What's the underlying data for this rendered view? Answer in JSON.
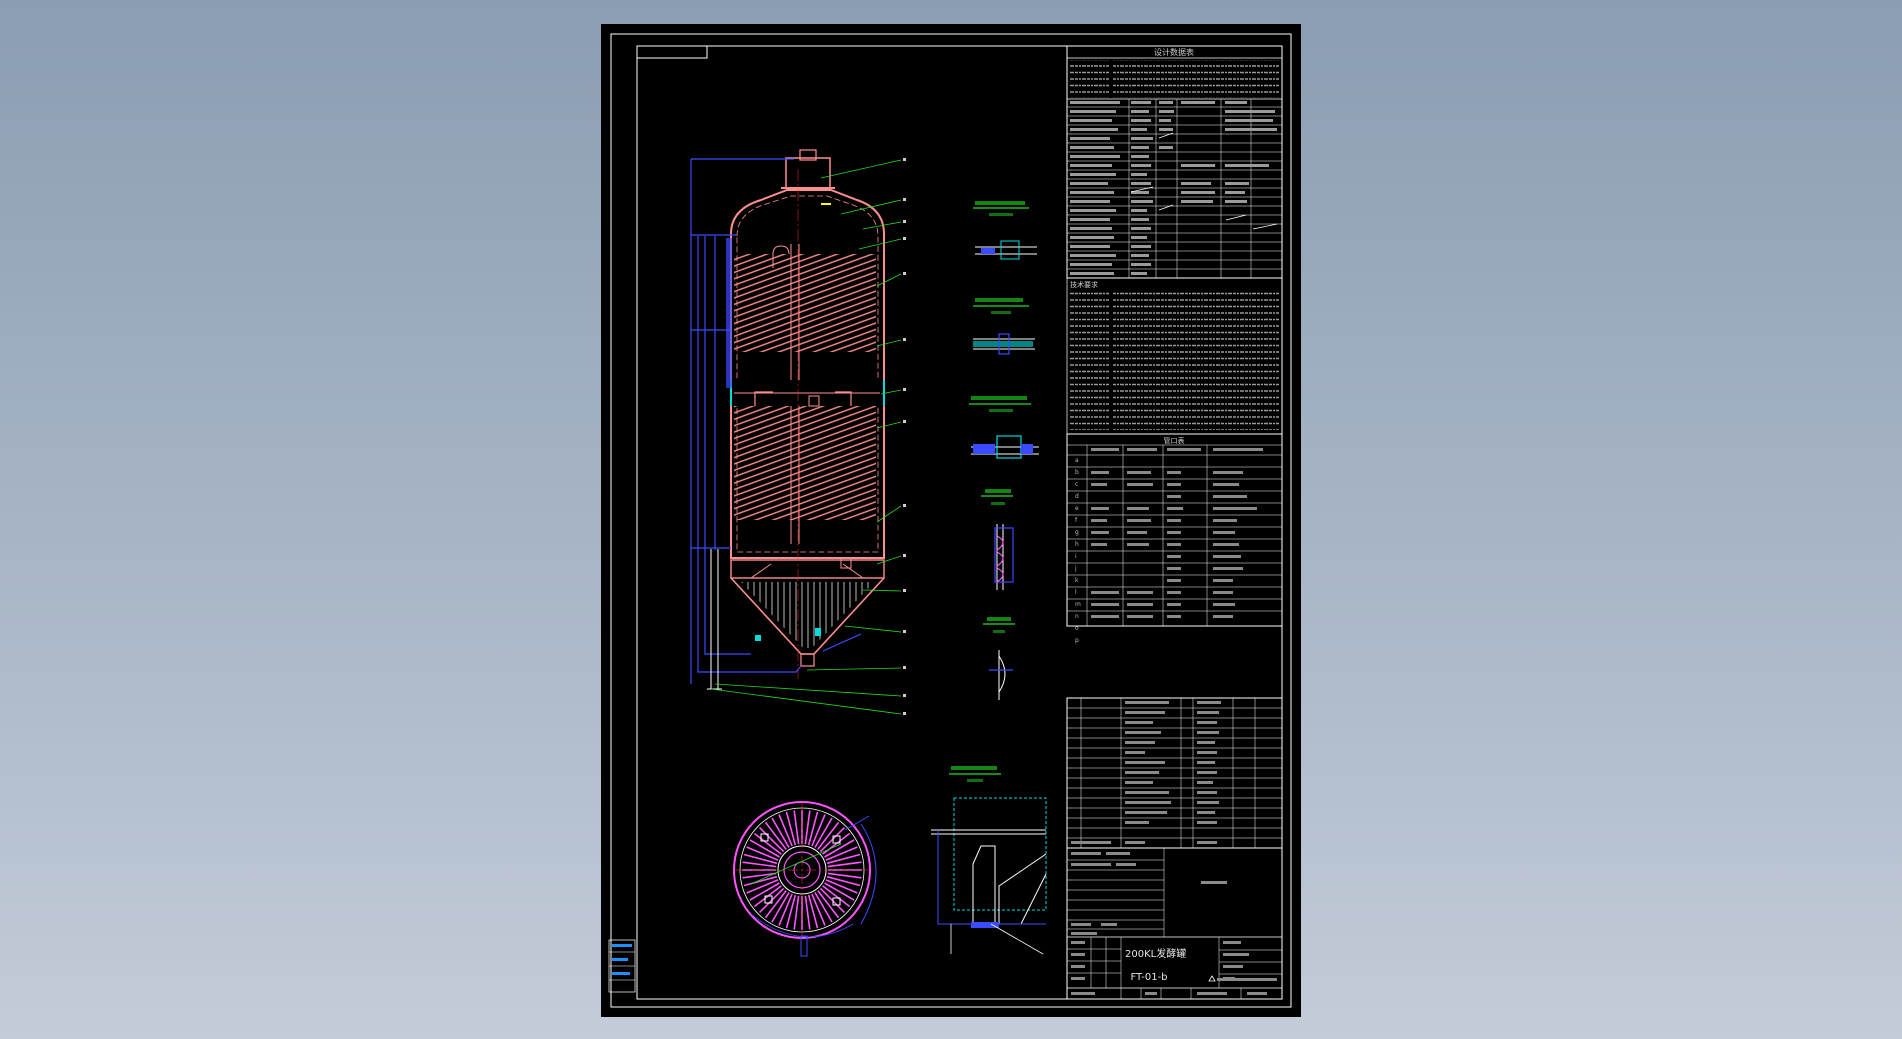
{
  "drawing": {
    "title": "200KL发酵罐",
    "number": "FT-01-b",
    "table_heading": "设计数据表",
    "nozzle_table_heading": "管口表",
    "tech_heading": "技术要求",
    "nozzle_rows": [
      "a",
      "b",
      "c",
      "d",
      "e",
      "f",
      "g",
      "h",
      "i",
      "j",
      "k",
      "l",
      "m",
      "n",
      "o",
      "p"
    ]
  },
  "colors": {
    "background_outer": "#98a8bc",
    "sheet": "#000000",
    "frame": "#ffffff",
    "vessel": "#ff8f8f",
    "leader": "#22dd22",
    "dimension": "#3b4bff",
    "section": "#ff55ff",
    "cyan": "#00dcdc"
  }
}
